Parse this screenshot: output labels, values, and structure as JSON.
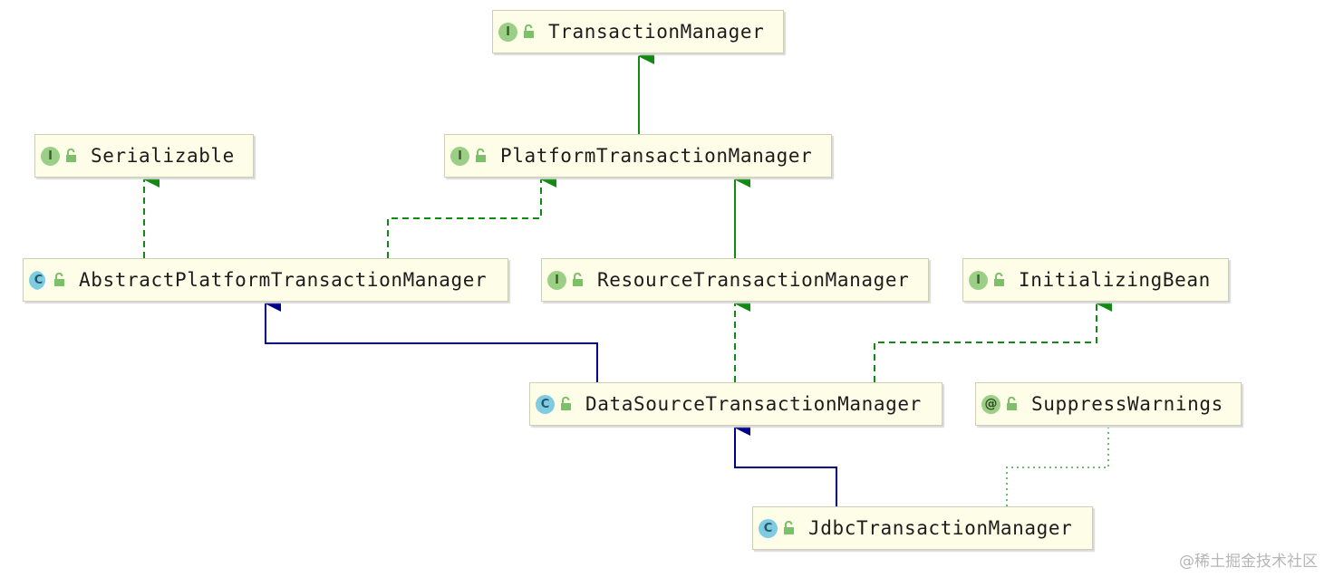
{
  "diagram": {
    "nodes": [
      {
        "id": "transaction-manager",
        "name": "TransactionManager",
        "kind": "interface",
        "badge": "I"
      },
      {
        "id": "serializable",
        "name": "Serializable",
        "kind": "interface",
        "badge": "I"
      },
      {
        "id": "platform-transaction-manager",
        "name": "PlatformTransactionManager",
        "kind": "interface",
        "badge": "I"
      },
      {
        "id": "abstract-platform-transaction-manager",
        "name": "AbstractPlatformTransactionManager",
        "kind": "abstract-class",
        "badge": "C"
      },
      {
        "id": "resource-transaction-manager",
        "name": "ResourceTransactionManager",
        "kind": "interface",
        "badge": "I"
      },
      {
        "id": "initializing-bean",
        "name": "InitializingBean",
        "kind": "interface",
        "badge": "I"
      },
      {
        "id": "data-source-transaction-manager",
        "name": "DataSourceTransactionManager",
        "kind": "class",
        "badge": "C"
      },
      {
        "id": "suppress-warnings",
        "name": "SuppressWarnings",
        "kind": "annotation",
        "badge": "@"
      },
      {
        "id": "jdbc-transaction-manager",
        "name": "JdbcTransactionManager",
        "kind": "class",
        "badge": "C"
      }
    ],
    "edges": [
      {
        "from": "platform-transaction-manager",
        "to": "transaction-manager",
        "type": "interface-extends"
      },
      {
        "from": "abstract-platform-transaction-manager",
        "to": "serializable",
        "type": "implements"
      },
      {
        "from": "abstract-platform-transaction-manager",
        "to": "platform-transaction-manager",
        "type": "implements"
      },
      {
        "from": "resource-transaction-manager",
        "to": "platform-transaction-manager",
        "type": "interface-extends"
      },
      {
        "from": "data-source-transaction-manager",
        "to": "abstract-platform-transaction-manager",
        "type": "class-extends"
      },
      {
        "from": "data-source-transaction-manager",
        "to": "resource-transaction-manager",
        "type": "implements"
      },
      {
        "from": "data-source-transaction-manager",
        "to": "initializing-bean",
        "type": "implements"
      },
      {
        "from": "jdbc-transaction-manager",
        "to": "data-source-transaction-manager",
        "type": "class-extends"
      },
      {
        "from": "jdbc-transaction-manager",
        "to": "suppress-warnings",
        "type": "annotated-with"
      }
    ],
    "colors": {
      "interface_extends": "#108a10",
      "implements": "#108a10",
      "class_extends": "#00008b",
      "annotated_with": "#6fb86f",
      "node_fill": "#fefee8"
    }
  },
  "watermark": "@稀土掘金技术社区"
}
